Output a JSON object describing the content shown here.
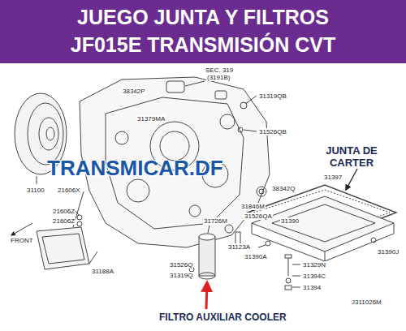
{
  "diagram": {
    "title": "JUEGO JUNTA Y FILTROS JF015E TRANSMISIÓN CVT",
    "labels": [
      "38342P",
      "SEC. 319",
      "(3191B)",
      "31319QB",
      "31379MA",
      "31526QB",
      "31100",
      "21606X",
      "21606Z",
      "21606Z",
      "38342Q",
      "JUNTA DE CARTER",
      "31397",
      "31390",
      "31390A",
      "31390J",
      "31726M",
      "31846M",
      "31526QA",
      "31123A",
      "31329N",
      "31394C",
      "31394",
      "31526Q",
      "31319Q",
      "31188A",
      "FRONT",
      "J311026M",
      "TRANSMICAR.DF",
      "FILTRO AUXILIAR COOLER"
    ]
  }
}
